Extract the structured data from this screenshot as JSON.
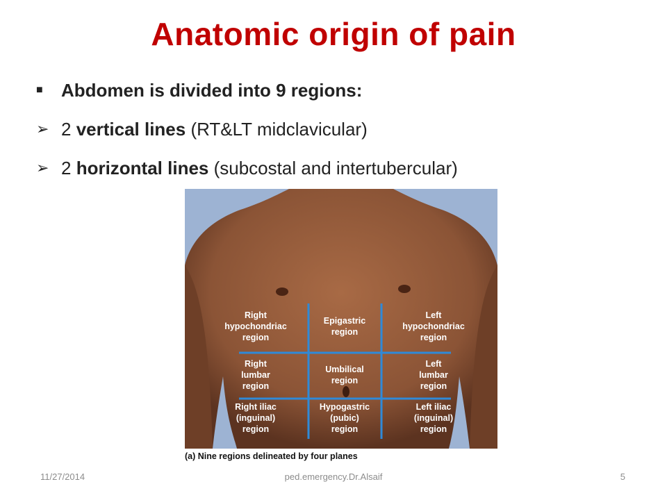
{
  "title": "Anatomic origin of pain",
  "bullets": [
    {
      "marker": "■",
      "text": "Abdomen is divided into 9 regions:"
    },
    {
      "marker": "➢",
      "pre": "2 ",
      "bold": "vertical lines",
      "post": " (RT&LT midclavicular)"
    },
    {
      "marker": "➢",
      "pre": "2 ",
      "bold": "horizontal lines",
      "post": " (subcostal and intertubercular)"
    }
  ],
  "figure": {
    "caption": "(a) Nine regions delineated by four planes",
    "regions": [
      [
        "Right",
        "hypochondriac",
        "region"
      ],
      [
        "Epigastric",
        "region"
      ],
      [
        "Left",
        "hypochondriac",
        "region"
      ],
      [
        "Right",
        "lumbar",
        "region"
      ],
      [
        "Umbilical",
        "region"
      ],
      [
        "Left",
        "lumbar",
        "region"
      ],
      [
        "Right iliac",
        "(inguinal)",
        "region"
      ],
      [
        "Hypogastric",
        "(pubic)",
        "region"
      ],
      [
        "Left iliac",
        "(inguinal)",
        "region"
      ]
    ],
    "colors": {
      "background": "#9db3d3",
      "skin": "#8b5436",
      "grid_lines": "#2f8ad8"
    }
  },
  "footer": {
    "date": "11/27/2014",
    "center": "ped.emergency.Dr.Alsaif",
    "page": "5"
  }
}
